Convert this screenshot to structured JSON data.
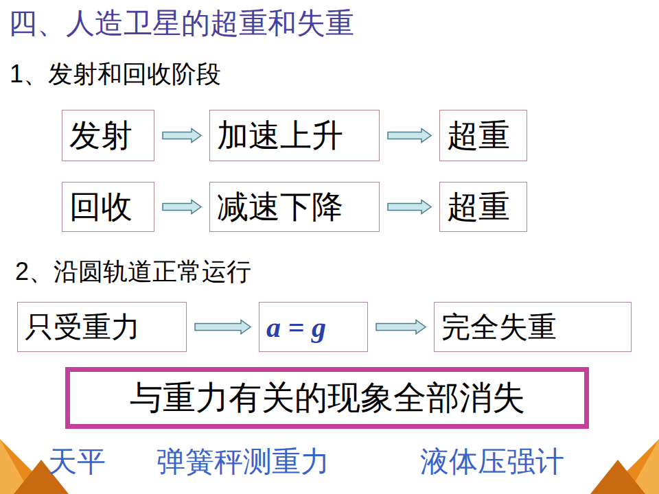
{
  "diagram": {
    "title": "四、人造卫星的超重和失重",
    "nodes": [
      {
        "text": [
          "发射"
        ]
      },
      {
        "text": [
          "加速上升"
        ]
      },
      {
        "text": [
          "超重"
        ]
      },
      {
        "text": [
          "回收"
        ]
      },
      {
        "text": [
          "减速下降"
        ]
      },
      {
        "text": [
          "超重"
        ]
      },
      {
        "text": [
          "只受重力"
        ]
      },
      {
        "text": [
          "a = g"
        ]
      },
      {
        "text": [
          "完全失重"
        ]
      },
      {
        "text": [
          "与重力有关的现象全部消失"
        ]
      }
    ],
    "edges": [
      {
        "from": 0,
        "to": 1,
        "arrow": "to"
      },
      {
        "from": 1,
        "to": 2,
        "arrow": "to"
      },
      {
        "from": 3,
        "to": 4,
        "arrow": "to"
      },
      {
        "from": 4,
        "to": 5,
        "arrow": "to"
      },
      {
        "from": 6,
        "to": 7,
        "arrow": "to"
      },
      {
        "from": 7,
        "to": 8,
        "arrow": "to"
      }
    ],
    "labels": [
      "1、发射和回收阶段",
      "2、沿圆轨道正常运行",
      "天平",
      "弹簧秤测重力",
      "液体压强计"
    ]
  }
}
